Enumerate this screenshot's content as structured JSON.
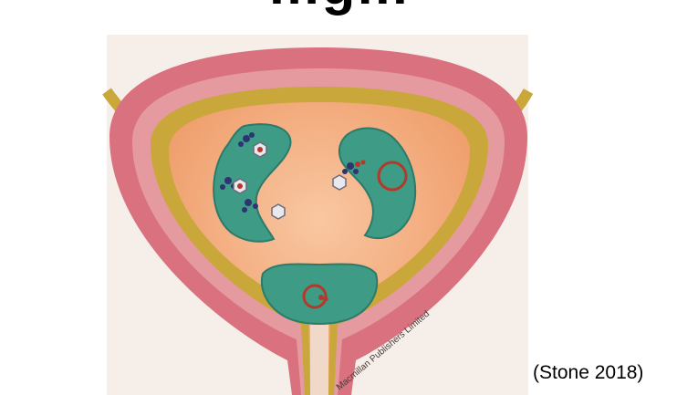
{
  "slide": {
    "heading": "…g…",
    "citation": "(Stone 2018)"
  },
  "figure": {
    "credit": "Macmillan Publishers Limited",
    "colors": {
      "bladder_wall_outer": "#d9727e",
      "bladder_wall_inner": "#e8a0a6",
      "muscle_layer": "#c9a73a",
      "lumen": "#f3a97a",
      "cell": "#3d9b86",
      "cell_edge": "#2d7a69",
      "receptor": "#2e3470",
      "bacteria_ring": "#b23a2a",
      "hexagon": "#e8e8ee",
      "background_panel": "#f7efe9"
    },
    "icons": [
      "bladder-outline",
      "urothelial-cell",
      "hexagon-particle",
      "bacterial-ring",
      "receptor-cluster"
    ]
  }
}
